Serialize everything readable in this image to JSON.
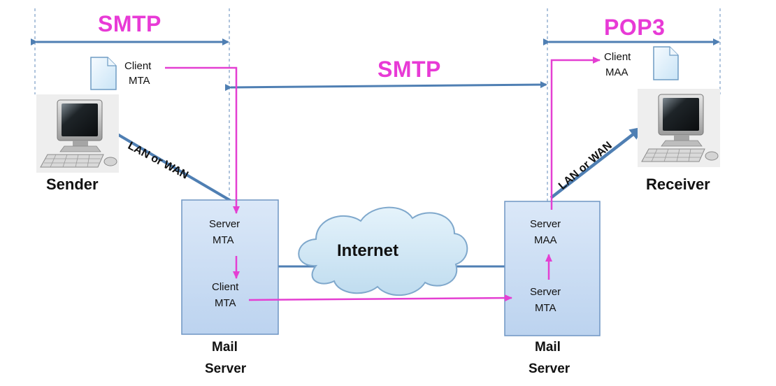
{
  "colors": {
    "protocol": "#e83ad6",
    "flow": "#e43fd2",
    "link": "#4f7fb3",
    "divider": "#7a9cc6",
    "server_fill": "#c9ddf5",
    "server_border": "#6f95c3",
    "cloud_fill": "#d4eaf7",
    "cloud_border": "#7fa8cc"
  },
  "labels": {
    "smtp_left": "SMTP",
    "smtp_middle": "SMTP",
    "pop3_right": "POP3",
    "sender": "Sender",
    "receiver": "Receiver",
    "lan_wan_left": "LAN or WAN",
    "lan_wan_right": "LAN or WAN",
    "internet": "Internet"
  },
  "sender_side": {
    "client_label": "Client",
    "client_agent": "MTA"
  },
  "receiver_side": {
    "client_label": "Client",
    "client_agent": "MAA"
  },
  "left_server": {
    "top_role": "Server",
    "top_agent": "MTA",
    "bottom_role": "Client",
    "bottom_agent": "MTA",
    "caption_line1": "Mail",
    "caption_line2": "Server"
  },
  "right_server": {
    "top_role": "Server",
    "top_agent": "MAA",
    "bottom_role": "Server",
    "bottom_agent": "MTA",
    "caption_line1": "Mail",
    "caption_line2": "Server"
  },
  "icons": {
    "sender_document": "document-icon",
    "receiver_document": "document-icon",
    "sender_computer": "desktop-computer-icon",
    "receiver_computer": "desktop-computer-icon"
  }
}
